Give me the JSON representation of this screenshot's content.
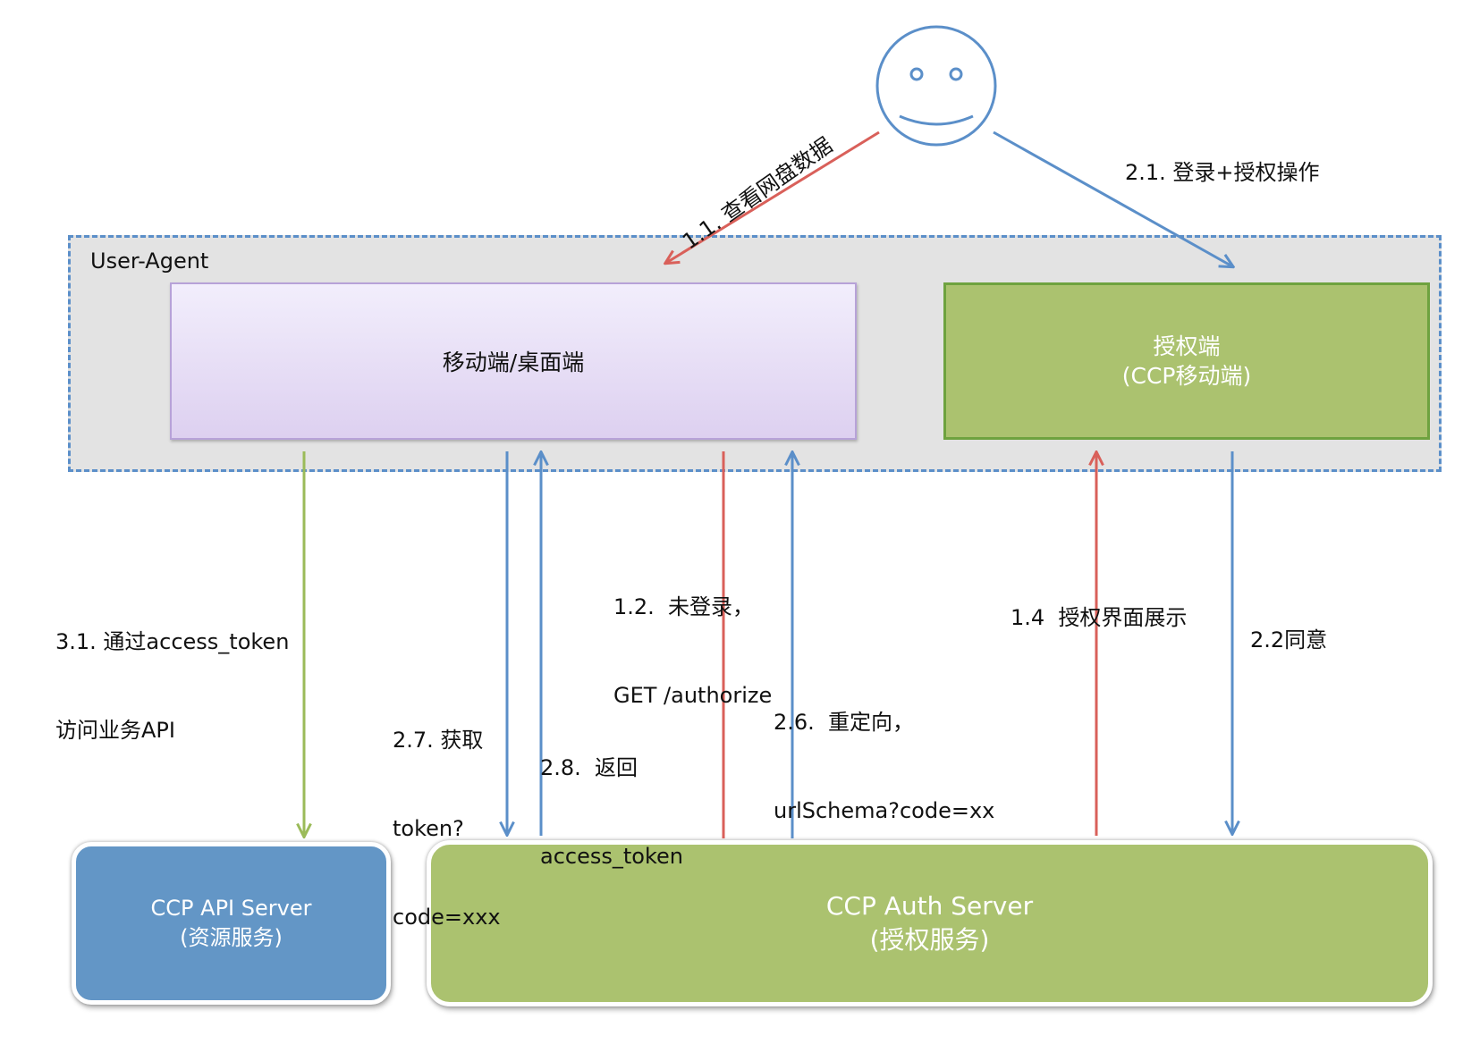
{
  "user_agent": {
    "label": "User-Agent"
  },
  "mobile_client": {
    "label": "移动端/桌面端"
  },
  "auth_client": {
    "title": "授权端",
    "subtitle": "(CCP移动端)"
  },
  "api_server": {
    "title": "CCP API Server",
    "subtitle": "(资源服务)"
  },
  "auth_server": {
    "title": "CCP Auth Server",
    "subtitle": "(授权服务)"
  },
  "steps": {
    "s1_1": "1.1. 查看网盘数据",
    "s2_1": "2.1. 登录+授权操作",
    "s1_2_line1": "1.2.  未登录，",
    "s1_2_line2": "GET /authorize",
    "s1_4": "1.4  授权界面展示",
    "s2_2": "2.2同意",
    "s2_6_line1": "2.6.  重定向，",
    "s2_6_line2": "urlSchema?code=xx",
    "s2_7_line1": "2.7. 获取",
    "s2_7_line2": "token?",
    "s2_7_line3": "code=xxx",
    "s2_8_line1": "2.8.  返回",
    "s2_8_line2": "access_token",
    "s3_1_line1": "3.1. 通过access_token",
    "s3_1_line2": "访问业务API"
  },
  "colors": {
    "blue_arrow": "#5b8fc9",
    "red_arrow": "#d9605a",
    "green_arrow": "#9bbb59",
    "dashed_border": "#5b8fc9",
    "mobile_fill": "#e6dcf5",
    "green_fill": "#abc26f",
    "api_fill": "#6396c6"
  },
  "icons": {
    "user": "smiley-face-icon"
  }
}
